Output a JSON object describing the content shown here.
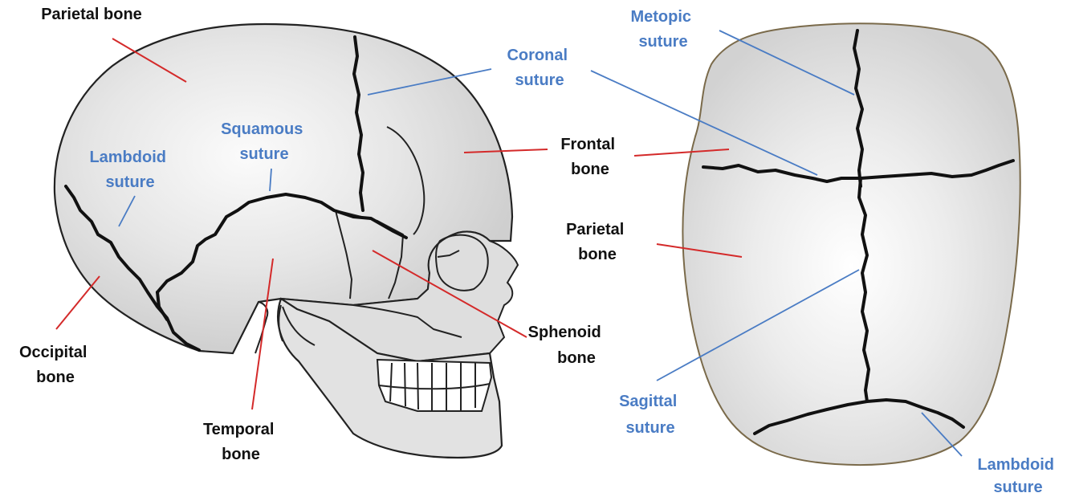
{
  "colors": {
    "bone_label": "#111111",
    "suture_label": "#4a7cc4",
    "bone_leader": "#d42a2a",
    "suture_leader": "#4a7cc4",
    "skull_fill": "#dadada"
  },
  "lateral": {
    "parietal": [
      "Parietal bone"
    ],
    "coronal": [
      "Coronal",
      "suture"
    ],
    "squamous": [
      "Squamous",
      "suture"
    ],
    "lambdoid": [
      "Lambdoid",
      "suture"
    ],
    "frontal": [
      "Frontal",
      "bone"
    ],
    "occipital": [
      "Occipital",
      "bone"
    ],
    "temporal": [
      "Temporal",
      "bone"
    ],
    "sphenoid": [
      "Sphenoid",
      "bone"
    ]
  },
  "superior": {
    "metopic": [
      "Metopic",
      "suture"
    ],
    "parietal": [
      "Parietal",
      "bone"
    ],
    "sagittal": [
      "Sagittal",
      "suture"
    ],
    "lambdoid": [
      "Lambdoid",
      "suture"
    ]
  }
}
